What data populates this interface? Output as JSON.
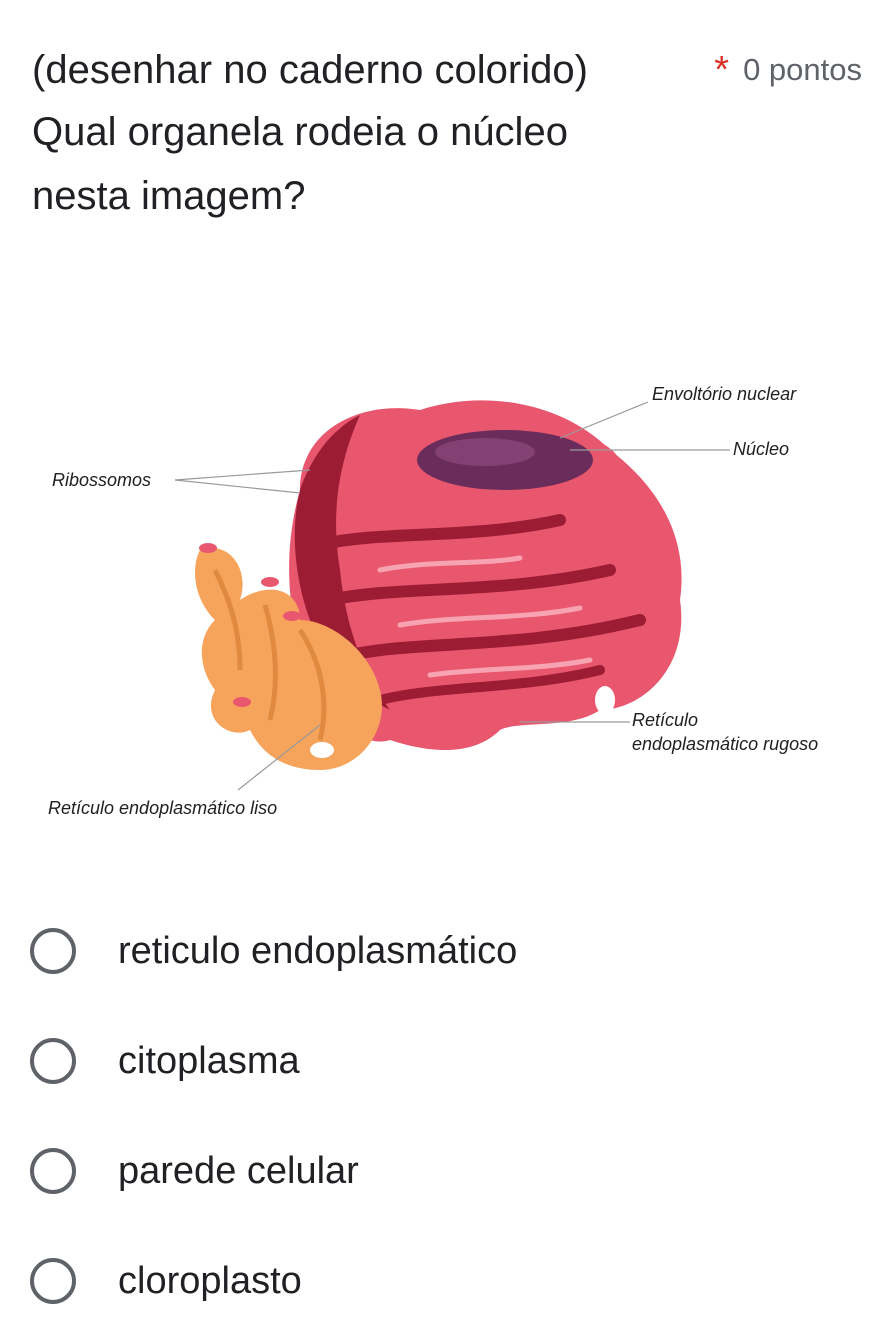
{
  "question": {
    "line1": "(desenhar no caderno colorido)",
    "required_marker": "*",
    "points": "0 pontos",
    "line2": "Qual organela rodeia o núcleo nesta imagem?"
  },
  "figure": {
    "labels": {
      "envoltorio": "Envoltório nuclear",
      "nucleo": "Núcleo",
      "ribossomos": "Ribossomos",
      "rugoso_1": "Retículo",
      "rugoso_2": "endoplasmático rugoso",
      "liso": "Retículo endoplasmático liso"
    }
  },
  "options": [
    {
      "label": "reticulo endoplasmático"
    },
    {
      "label": "citoplasma"
    },
    {
      "label": "parede celular"
    },
    {
      "label": "cloroplasto"
    }
  ],
  "colors": {
    "accent_required": "#d93025",
    "radio_border": "#5f6368",
    "er_rough": "#e8576e",
    "er_dark": "#9c1c34",
    "er_smooth": "#f6a35c",
    "nucleus": "#6a2c5a"
  }
}
